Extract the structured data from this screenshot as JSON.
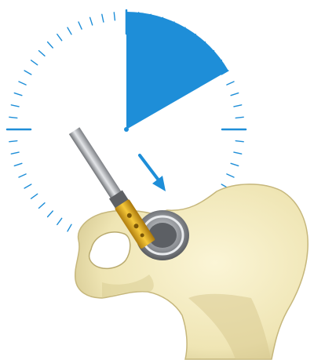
{
  "illustration": {
    "dial": {
      "tick_count": 60,
      "elapsed_fraction": 0.1667,
      "color": "#1e8ed8"
    },
    "arrow": {
      "color": "#1e8ed8",
      "direction": "down-right"
    },
    "implant": {
      "shaft_color": "#a8aaae",
      "adapter_color": "#e6ad1c",
      "cup_color": "#7d8086"
    },
    "bone": {
      "color": "#efe5b4",
      "shade_color": "#cfc28a"
    }
  }
}
